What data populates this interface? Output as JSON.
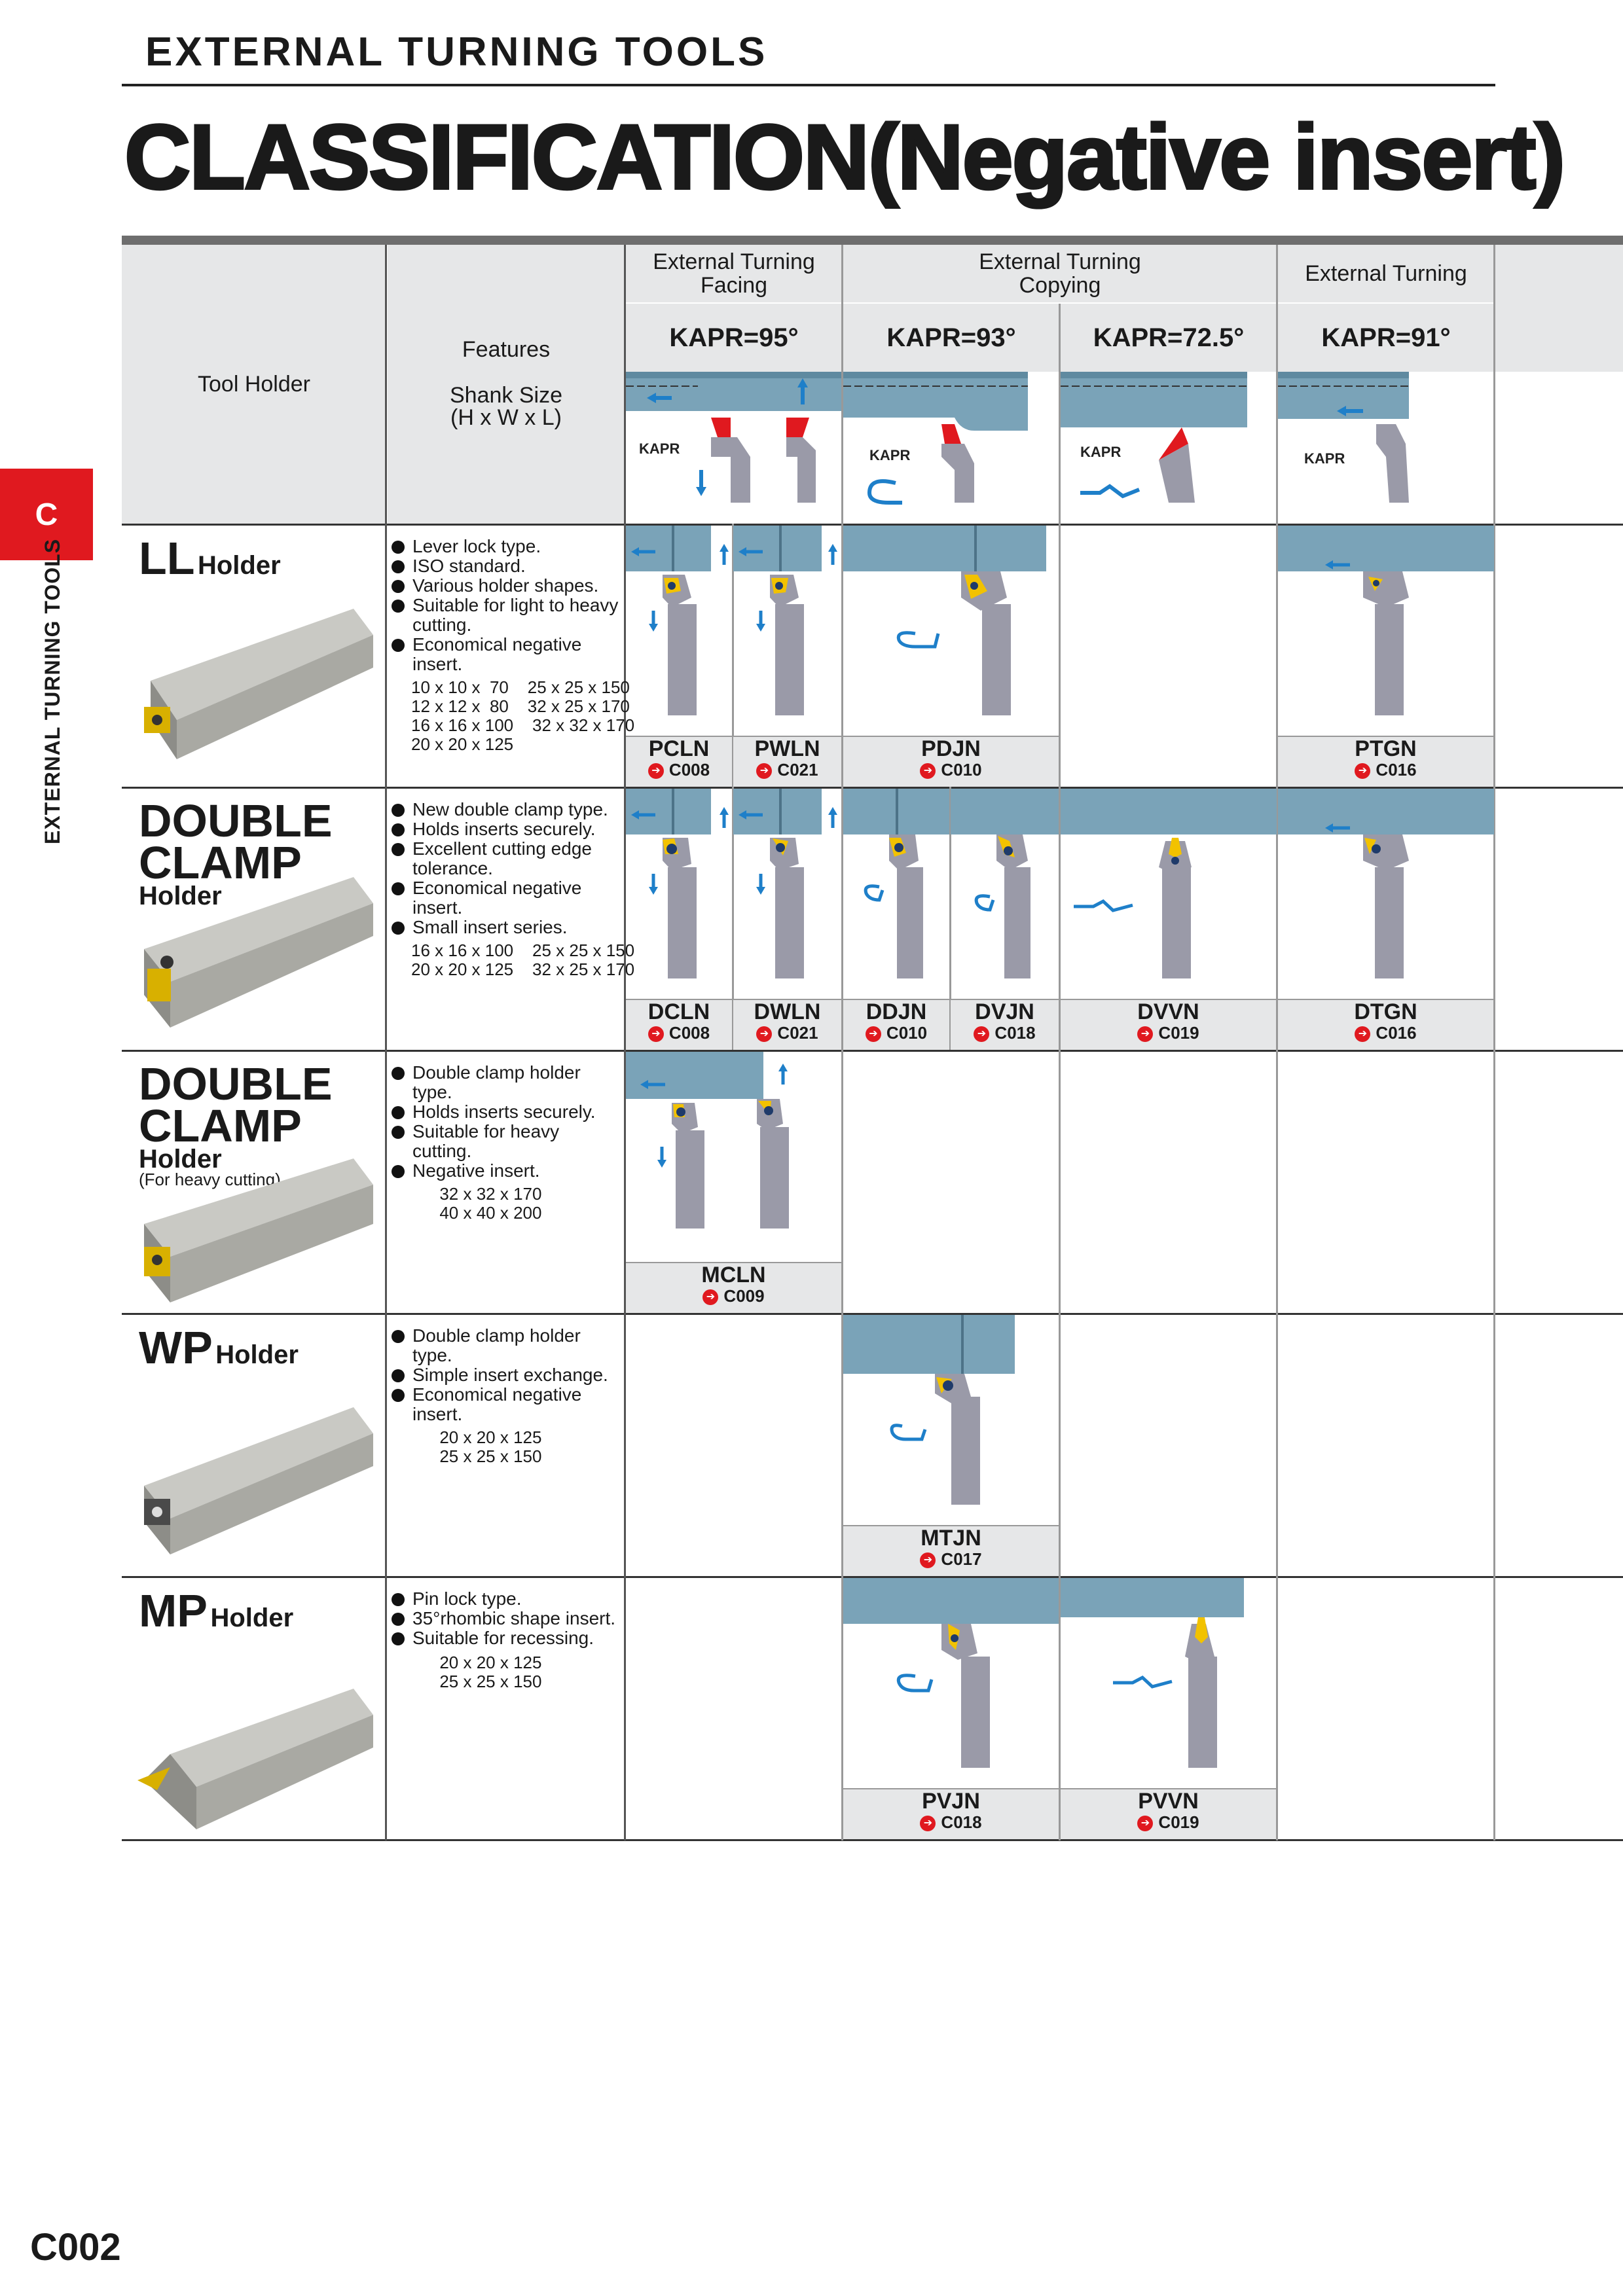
{
  "header": {
    "section": "EXTERNAL TURNING TOOLS",
    "title": "CLASSIFICATION(Negative insert)"
  },
  "side": {
    "tab": "C",
    "vertical": "EXTERNAL TURNING TOOLS"
  },
  "table_head": {
    "tool_holder": "Tool Holder",
    "features": "Features",
    "shank_size": "Shank Size",
    "shank_dims": "(H x W x L)",
    "groups": [
      "External Turning\nFacing",
      "External Turning\nCopying",
      "External Turning"
    ],
    "kapr": [
      "KAPR=95°",
      "KAPR=93°",
      "KAPR=72.5°",
      "KAPR=91°"
    ],
    "kapr_small": "KAPR"
  },
  "rows": [
    {
      "name_big": "LL",
      "name_small": "Holder",
      "name_sub": "",
      "name_note": "",
      "features": [
        "Lever lock type.",
        "ISO standard.",
        "Various holder shapes.",
        "Suitable for light to heavy cutting.",
        "Economical negative insert."
      ],
      "sizes": "10 x 10 x  70    25 x 25 x 150\n12 x 12 x  80    32 x 25 x 170\n16 x 16 x 100    32 x 32 x 170\n20 x 20 x 125"
    },
    {
      "name_big": "DOUBLE\nCLAMP",
      "name_small": "",
      "name_sub": "Holder",
      "name_note": "",
      "features": [
        "New double clamp type.",
        "Holds inserts securely.",
        "Excellent cutting edge tolerance.",
        "Economical negative insert.",
        "Small insert series."
      ],
      "sizes": "16 x 16 x 100    25 x 25 x 150\n20 x 20 x 125    32 x 25 x 170"
    },
    {
      "name_big": "DOUBLE\nCLAMP",
      "name_small": "",
      "name_sub": "Holder",
      "name_note": "(For heavy cutting)",
      "features": [
        "Double clamp holder type.",
        "Holds inserts securely.",
        "Suitable for heavy cutting.",
        "Negative insert."
      ],
      "sizes": "      32 x 32 x 170\n      40 x 40 x 200"
    },
    {
      "name_big": "WP",
      "name_small": "Holder",
      "name_sub": "",
      "name_note": "",
      "features": [
        "Double clamp holder type.",
        "Simple insert exchange.",
        "Economical negative insert."
      ],
      "sizes": "      20 x 20 x 125\n      25 x 25 x 150"
    },
    {
      "name_big": "MP",
      "name_small": "Holder",
      "name_sub": "",
      "name_note": "",
      "features": [
        "Pin lock type.",
        "35°rhombic shape insert.",
        "Suitable for recessing."
      ],
      "sizes": "      20 x 20 x 125\n      25 x 25 x 150"
    }
  ],
  "codes": [
    {
      "name": "PCLN",
      "ref": "C008"
    },
    {
      "name": "PWLN",
      "ref": "C021"
    },
    {
      "name": "PDJN",
      "ref": "C010"
    },
    {
      "name": "PTGN",
      "ref": "C016"
    },
    {
      "name": "DCLN",
      "ref": "C008"
    },
    {
      "name": "DWLN",
      "ref": "C021"
    },
    {
      "name": "DDJN",
      "ref": "C010"
    },
    {
      "name": "DVJN",
      "ref": "C018"
    },
    {
      "name": "DVVN",
      "ref": "C019"
    },
    {
      "name": "DTGN",
      "ref": "C016"
    },
    {
      "name": "MCLN",
      "ref": "C009"
    },
    {
      "name": "MTJN",
      "ref": "C017"
    },
    {
      "name": "PVJN",
      "ref": "C018"
    },
    {
      "name": "PVVN",
      "ref": "C019"
    }
  ],
  "page_number": "C002",
  "colors": {
    "accent_red": "#e0191f",
    "holder_blue": "#7aa3b8",
    "arrow_blue": "#1e7fc9",
    "insert_yellow": "#f2c200",
    "header_gray": "#e6e7e8"
  }
}
